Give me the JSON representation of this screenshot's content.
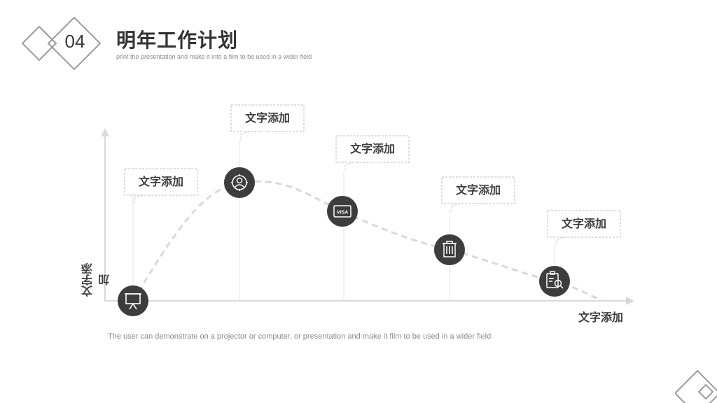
{
  "section": {
    "number": "04"
  },
  "header": {
    "title": "明年工作计划",
    "subtitle": "print the presentation and make it into a film to be used in a wider field"
  },
  "chart": {
    "y_axis_label": "文字添加",
    "x_axis_label": "文字添加",
    "nodes": [
      {
        "icon": "presentation-board-icon",
        "label": "文字添加"
      },
      {
        "icon": "user-profile-icon",
        "label": "文字添加"
      },
      {
        "icon": "visa-card-icon",
        "label": "文字添加"
      },
      {
        "icon": "trash-can-icon",
        "label": "文字添加"
      },
      {
        "icon": "document-search-icon",
        "label": "文字添加"
      }
    ]
  },
  "visa_text": "VISA",
  "description": "The user can demonstrate on a projector or computer, or presentation and make it film to be used in a wider field",
  "colors": {
    "node": "#3d3d3d",
    "curve": "#d9d9d9",
    "axis": "#d9d9d9",
    "dashed_box": "#bdbdbd",
    "text": "#404040"
  }
}
